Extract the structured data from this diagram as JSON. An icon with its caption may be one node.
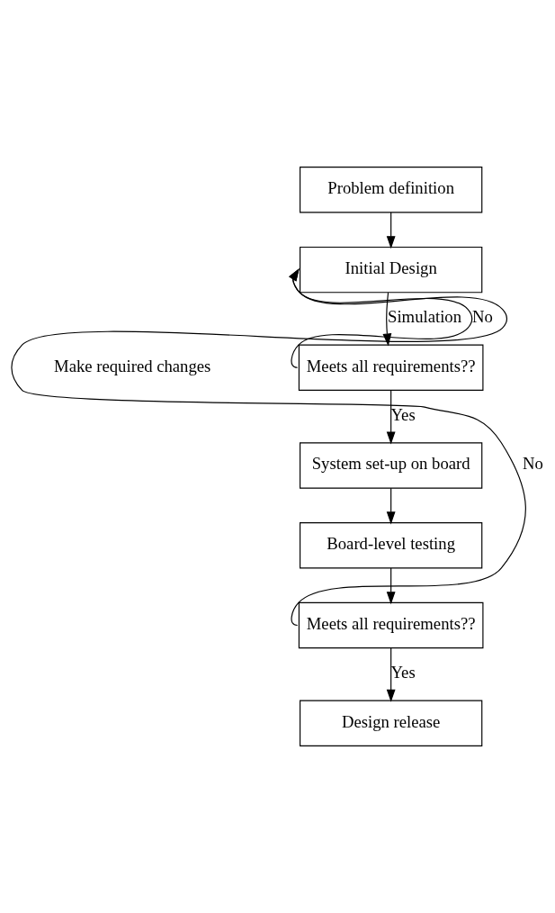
{
  "diagram": {
    "nodes": [
      {
        "text": [
          "Problem definition"
        ]
      },
      {
        "text": [
          "Initial Design"
        ]
      },
      {
        "text": [
          "Meets all requirements??"
        ]
      },
      {
        "text": [
          "System set-up on board"
        ]
      },
      {
        "text": [
          "Board-level testing"
        ]
      },
      {
        "text": [
          "Meets all requirements??"
        ]
      },
      {
        "text": [
          "Design release"
        ]
      }
    ],
    "edges": [
      {
        "from": 0,
        "to": 1,
        "arrow": "to"
      },
      {
        "from": 1,
        "to": 2,
        "arrow": "to",
        "label": "Simulation"
      },
      {
        "from": 2,
        "to": 3,
        "arrow": "to",
        "label": "Yes"
      },
      {
        "from": 3,
        "to": 4,
        "arrow": "to"
      },
      {
        "from": 4,
        "to": 5,
        "arrow": "to"
      },
      {
        "from": 5,
        "to": 6,
        "arrow": "to",
        "label": "Yes"
      },
      {
        "from": 2,
        "to": 1,
        "arrow": "to",
        "label": "No"
      },
      {
        "from": 5,
        "to": 1,
        "arrow": "to",
        "label": "No"
      }
    ],
    "labels": [
      "Make required changes"
    ]
  }
}
